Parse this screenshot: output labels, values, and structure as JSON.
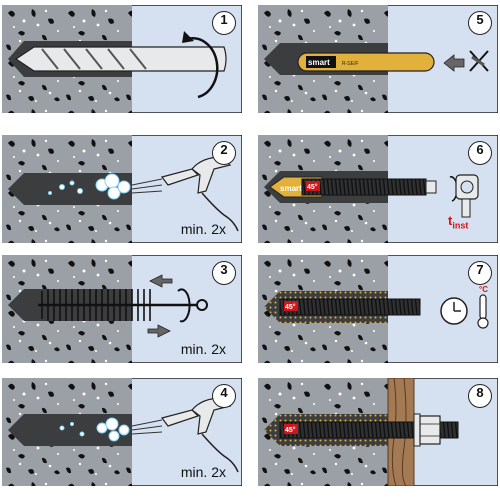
{
  "steps": [
    {
      "number": "1",
      "caption": ""
    },
    {
      "number": "2",
      "caption": "min. 2x"
    },
    {
      "number": "3",
      "caption": "min. 2x"
    },
    {
      "number": "4",
      "caption": "min. 2x"
    },
    {
      "number": "5",
      "caption": ""
    },
    {
      "number": "6",
      "caption": ""
    },
    {
      "number": "7",
      "caption": ""
    },
    {
      "number": "8",
      "caption": ""
    }
  ],
  "labels": {
    "capsule_brand": "smart",
    "capsule_code": "R-SE/F",
    "angle": "45°",
    "setting_time_t": "t",
    "setting_time_sub": "inst",
    "temperature_unit": "°C"
  },
  "colors": {
    "concrete": "#9aa0a6",
    "hole": "#3c3d3f",
    "background_blue": "#d5e1f1",
    "capsule_gold": "#e2b13b",
    "warning_red": "#d0161b",
    "wood": "#a47a55"
  }
}
